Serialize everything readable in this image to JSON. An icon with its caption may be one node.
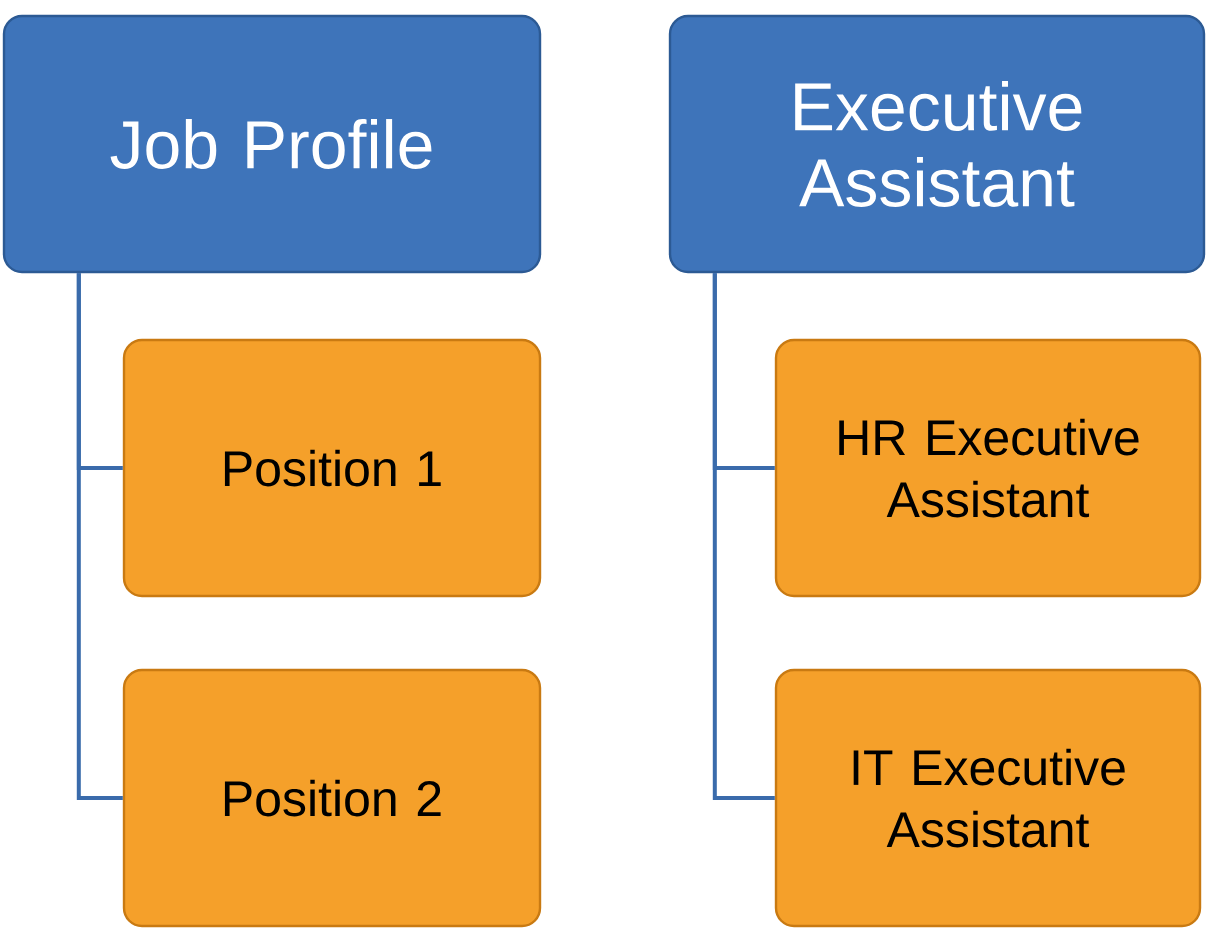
{
  "diagram": {
    "nodes": [
      {
        "text": [
          "Job Profile"
        ]
      },
      {
        "text": [
          "Position 1"
        ]
      },
      {
        "text": [
          "Position 2"
        ]
      },
      {
        "text": [
          "Executive Assistant"
        ]
      },
      {
        "text": [
          "HR Executive Assistant"
        ]
      },
      {
        "text": [
          "IT Executive Assistant"
        ]
      }
    ],
    "edges": [
      {
        "from": 0,
        "to": 1,
        "arrow": "none"
      },
      {
        "from": 0,
        "to": 2,
        "arrow": "none"
      },
      {
        "from": 3,
        "to": 4,
        "arrow": "none"
      },
      {
        "from": 3,
        "to": 5,
        "arrow": "none"
      }
    ]
  }
}
